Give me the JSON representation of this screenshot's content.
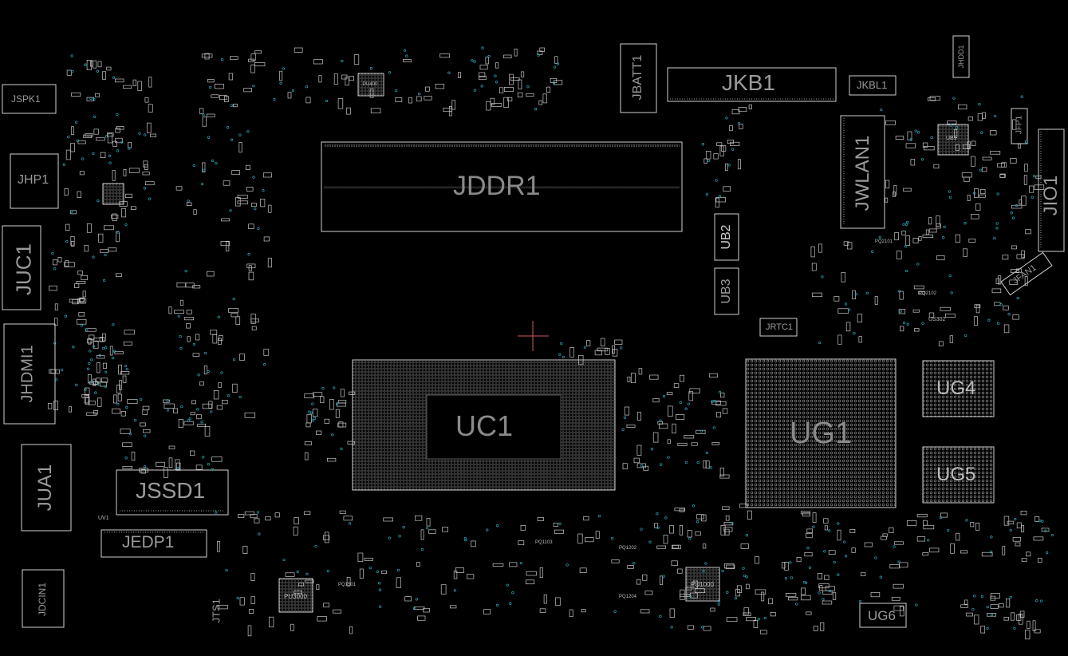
{
  "board": {
    "background": "#000000",
    "outline_color": "#d0d0d0",
    "label_color": "#9a9a9a",
    "via_color": "#2aa6b8"
  },
  "labels": {
    "jspk1": "JSPK1",
    "jhp1": "JHP1",
    "juc1": "JUC1",
    "jhdmi1": "JHDMI1",
    "jua1": "JUA1",
    "jssd1": "JSSD1",
    "jedp1": "JEDP1",
    "jdcin1": "JDCIN1",
    "jddr1": "JDDR1",
    "uc1": "UC1",
    "jbatt1": "JBATT1",
    "jkb1": "JKB1",
    "jkbl1": "JKBL1",
    "jhdd1": "JHDD1",
    "jfp1": "JFP1",
    "jwlan1": "JWLAN1",
    "jio1": "JIO1",
    "ub2": "UB2",
    "ub3": "UB3",
    "jrtc1": "JRTC1",
    "ug1": "UG1",
    "ug4": "UG4",
    "ug5": "UG5",
    "ug6": "UG6",
    "jfan1": "JFAN1",
    "pu3000": "PU3000",
    "pu1000": "PU1000",
    "pu400": "PU400",
    "jts1": "JTS1",
    "uv1": "UV1",
    "ub1": "UB1",
    "us302": "US302",
    "pq2102": "PQ2102",
    "pq1103": "PQ1103",
    "pq1202": "PQ1202",
    "pq1204": "PQ1204",
    "pq1501": "PQ1501",
    "pq2101": "PQ2101"
  }
}
